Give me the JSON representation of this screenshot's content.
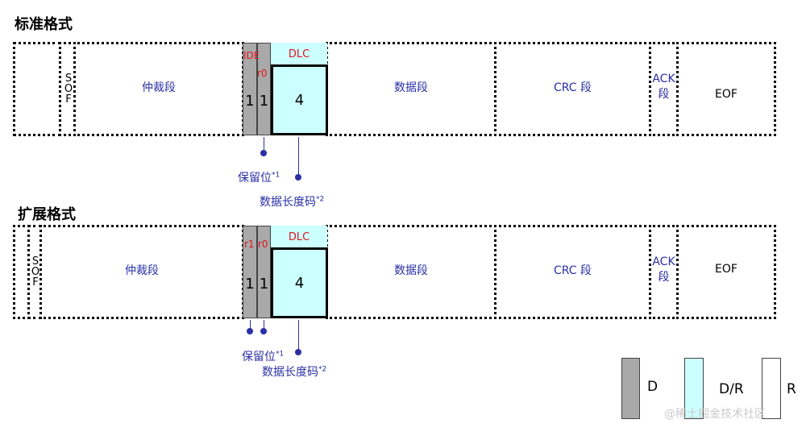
{
  "standard": {
    "title": "标准格式",
    "sof": [
      "S",
      "O",
      "F"
    ],
    "arbitration": "仲裁段",
    "ide_label": "IDE",
    "r0_label": "r0",
    "dlc_label": "DLC",
    "bit1": "1",
    "bit2": "1",
    "dlc_value": "4",
    "data": "数据段",
    "crc": "CRC 段",
    "ack_line1": "ACK",
    "ack_line2": "段",
    "eof": "EOF",
    "reserved_note": "保留位",
    "reserved_sup": "*1",
    "dlc_note": "数据长度码",
    "dlc_sup": "*2"
  },
  "extended": {
    "title": "扩展格式",
    "sof": [
      "S",
      "O",
      "F"
    ],
    "arbitration": "仲裁段",
    "r1_label": "r1",
    "r0_label": "r0",
    "dlc_label": "DLC",
    "bit1": "1",
    "bit2": "1",
    "dlc_value": "4",
    "data": "数据段",
    "crc": "CRC 段",
    "ack_line1": "ACK",
    "ack_line2": "段",
    "eof": "EOF",
    "reserved_note": "保留位",
    "reserved_sup": "*1",
    "dlc_note": "数据长度码",
    "dlc_sup": "*2"
  },
  "legend": {
    "d": "D",
    "dr": "D/R",
    "r": "R",
    "colors": {
      "dominant": "#a9a9a9",
      "dr": "#ccffff",
      "recessive": "#ffffff"
    }
  },
  "watermark": "@稀土掘金技术社区",
  "colors": {
    "text_blue": "#2b2fa6",
    "text_red": "#e0141e"
  }
}
